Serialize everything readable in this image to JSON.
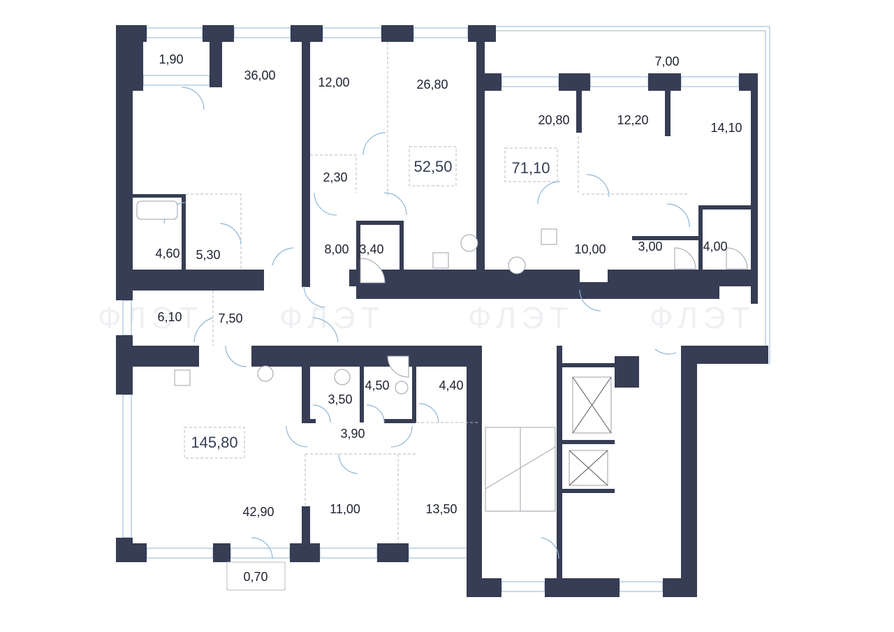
{
  "watermark": "ФЛЭТ",
  "wall_color": "#363d54",
  "apartments": {
    "apt_52": {
      "total": "52,50"
    },
    "apt_71": {
      "total": "71,10"
    },
    "apt_145": {
      "total": "145,80"
    }
  },
  "rooms": {
    "r1": "1,90",
    "r2": "36,00",
    "r3": "12,00",
    "r4": "26,80",
    "r5": "7,00",
    "r6": "20,80",
    "r7": "12,20",
    "r8": "14,10",
    "r9": "2,30",
    "r10": "4,60",
    "r11": "5,30",
    "r12": "8,00",
    "r13": "3,40",
    "r14": "10,00",
    "r15": "3,00",
    "r16": "4,00",
    "r17": "6,10",
    "r18": "7,50",
    "r19": "3,50",
    "r20": "4,50",
    "r21": "4,40",
    "r22": "3,90",
    "r23": "42,90",
    "r24": "11,00",
    "r25": "13,50",
    "r26": "0,70"
  }
}
